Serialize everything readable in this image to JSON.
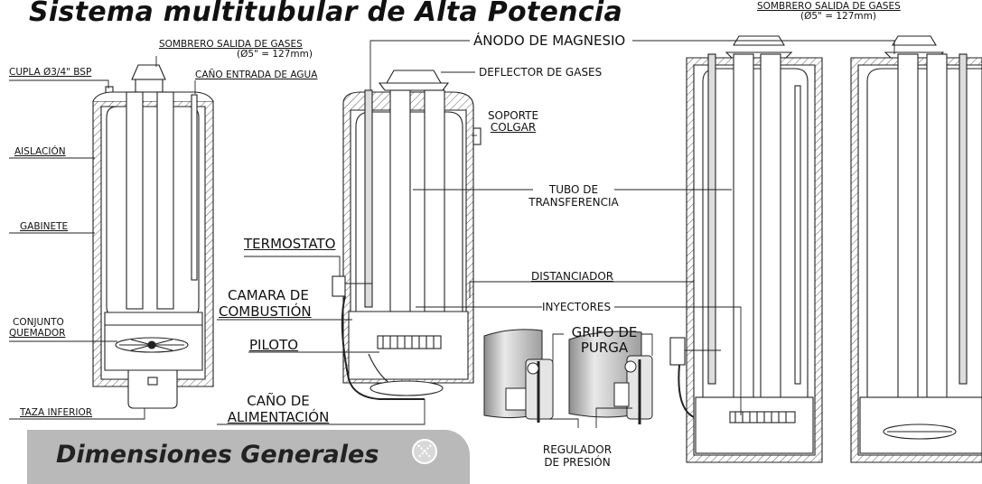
{
  "title": "Sistema multitubular de Alta Potencia",
  "footer_title": "Dimensiones Generales",
  "labels": {
    "sombrero_1": "SOMBRERO SALIDA DE GASES",
    "sombrero_1_dim": "(Ø5\" = 127mm)",
    "sombrero_2": "SOMBRERO SALIDA DE GASES",
    "sombrero_2_dim": "(Ø5\" = 127mm)",
    "cupla": "CUPLA Ø3/4\" BSP",
    "cano_entrada": "CAÑO ENTRADA DE AGUA",
    "aislacion": "AISLACIÓN",
    "gabinete": "GABINETE",
    "conjunto_1": "CONJUNTO",
    "conjunto_2": "QUEMADOR",
    "taza": "TAZA INFERIOR",
    "anodo": "ÁNODO DE MAGNESIO",
    "deflector": "DEFLECTOR DE GASES",
    "soporte_1": "SOPORTE",
    "soporte_2": "COLGAR",
    "tubo_1": "TUBO DE",
    "tubo_2": "TRANSFERENCIA",
    "termostato": "TERMOSTATO",
    "distanciador": "DISTANCIADOR",
    "camara_1": "CAMARA DE",
    "camara_2": "COMBUSTIÓN",
    "inyectores": "INYECTORES",
    "piloto": "PILOTO",
    "grifo_1": "GRIFO DE",
    "grifo_2": "PURGA",
    "cano_alim_1": "CAÑO DE",
    "cano_alim_2": "ALIMENTACIÓN",
    "regulador_1": "REGULADOR",
    "regulador_2": "DE PRESIÓN"
  },
  "icons": {
    "footer_badge": "crossed-circle-icon"
  }
}
